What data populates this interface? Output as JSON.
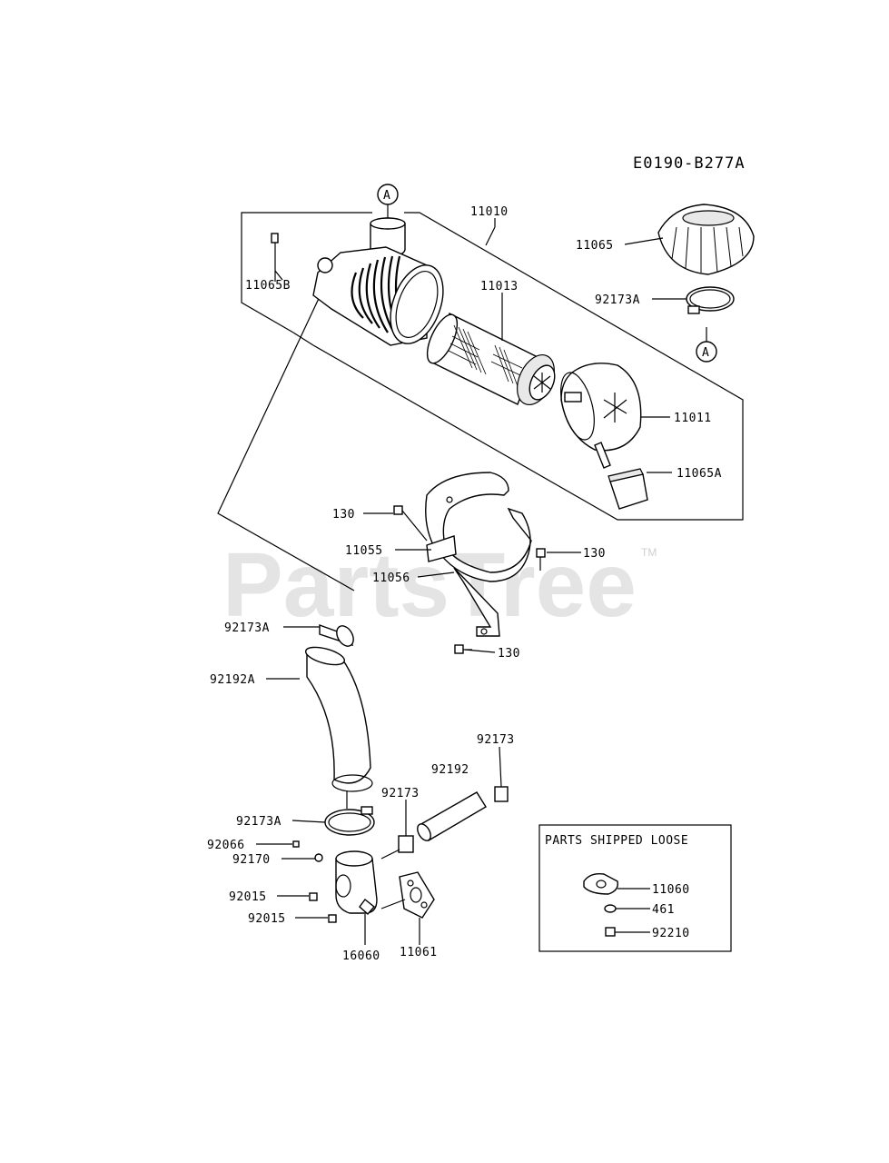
{
  "diagram_code": "E0190-B277A",
  "watermark": "PartsTree",
  "watermark_tm": "TM",
  "reference_marker": "A",
  "labels": {
    "p11010": "11010",
    "p11065": "11065",
    "p11065B": "11065B",
    "p11013": "11013",
    "p92173A_top": "92173A",
    "p11011": "11011",
    "p11065A": "11065A",
    "p130_a": "130",
    "p11055": "11055",
    "p130_b": "130",
    "p11056": "11056",
    "p92173A_mid": "92173A",
    "p130_c": "130",
    "p92192A": "92192A",
    "p92173_right": "92173",
    "p92192": "92192",
    "p92173_left": "92173",
    "p92173A_low": "92173A",
    "p92066": "92066",
    "p92170": "92170",
    "p92015_a": "92015",
    "p92015_b": "92015",
    "p16060": "16060",
    "p11061": "11061"
  },
  "loose_box": {
    "title": "PARTS SHIPPED LOOSE",
    "items": [
      "11060",
      "461",
      "92210"
    ]
  }
}
